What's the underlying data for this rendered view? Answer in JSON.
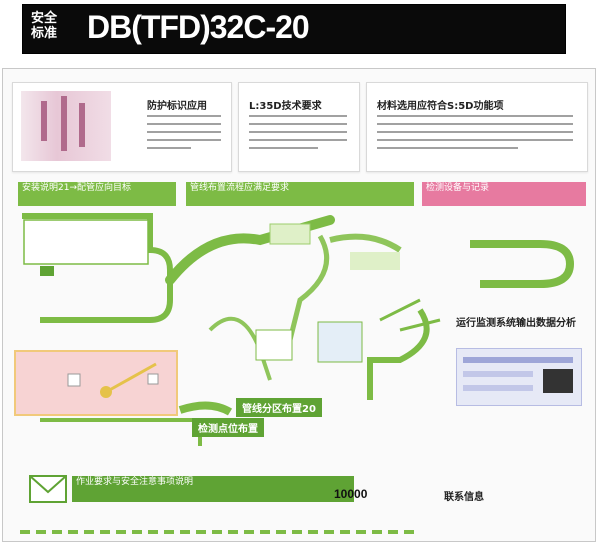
{
  "header": {
    "brand": "安全\n标准",
    "code": "DB(TFD)32C-20"
  },
  "cards": [
    {
      "title": "防护标识应用"
    },
    {
      "title": "L:35D技术要求"
    },
    {
      "title": "材料选用应符合S:5D功能项"
    }
  ],
  "bands": [
    "安装说明21→配管应向目标",
    "管线布置流程应满足要求",
    "检测设备与记录"
  ],
  "diagram": {
    "mid_tag": "管线分区布置20",
    "right_caption": "运行监测系统输出数据分析",
    "lower_tag": "检测点位布置",
    "footer_band": "作业要求与安全注意事项说明",
    "footer_number": "10000",
    "footer_text": "联系信息"
  },
  "colors": {
    "accent_green": "#7dbb45",
    "accent_pink": "#e77aa0",
    "header_bg": "#0a0a0a"
  }
}
